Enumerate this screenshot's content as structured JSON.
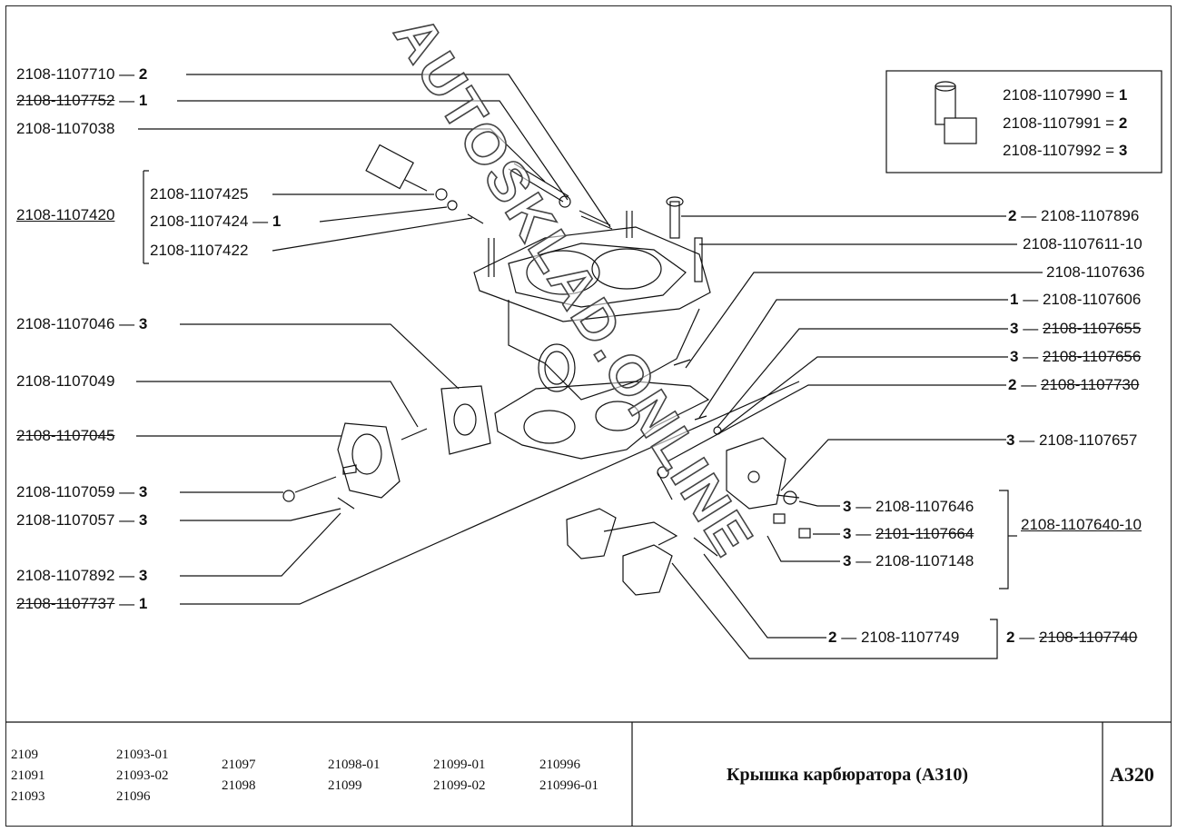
{
  "left_labels": [
    {
      "part": "2108-1107710",
      "dash": "—",
      "qty": "2",
      "strike": false
    },
    {
      "part": "2108-1107752",
      "dash": "—",
      "qty": "1",
      "strike": true
    },
    {
      "part": "2108-1107038",
      "dash": "",
      "qty": "",
      "strike": false
    },
    {
      "part": "2108-1107425",
      "dash": "",
      "qty": "",
      "strike": false
    },
    {
      "part": "2108-1107424",
      "dash": "—",
      "qty": "1",
      "strike": false
    },
    {
      "part": "2108-1107422",
      "dash": "",
      "qty": "",
      "strike": false
    },
    {
      "part": "2108-1107046",
      "dash": "—",
      "qty": "3",
      "strike": false
    },
    {
      "part": "2108-1107049",
      "dash": "",
      "qty": "",
      "strike": false
    },
    {
      "part": "2108-1107045",
      "dash": "",
      "qty": "",
      "strike": true
    },
    {
      "part": "2108-1107059",
      "dash": "—",
      "qty": "3",
      "strike": false
    },
    {
      "part": "2108-1107057",
      "dash": "—",
      "qty": "3",
      "strike": false
    },
    {
      "part": "2108-1107892",
      "dash": "—",
      "qty": "3",
      "strike": false
    },
    {
      "part": "2108-1107737",
      "dash": "—",
      "qty": "1",
      "strike": true
    }
  ],
  "group_label": "2108-1107420",
  "right_labels": [
    {
      "qty": "2",
      "dash": "—",
      "part": "2108-1107896",
      "strike": false
    },
    {
      "qty": "",
      "dash": "",
      "part": "2108-1107611-10",
      "strike": false
    },
    {
      "qty": "",
      "dash": "",
      "part": "2108-1107636",
      "strike": false
    },
    {
      "qty": "1",
      "dash": "—",
      "part": "2108-1107606",
      "strike": false
    },
    {
      "qty": "3",
      "dash": "—",
      "part": "2108-1107655",
      "strike": true
    },
    {
      "qty": "3",
      "dash": "—",
      "part": "2108-1107656",
      "strike": true
    },
    {
      "qty": "2",
      "dash": "—",
      "part": "2108-1107730",
      "strike": true
    },
    {
      "qty": "3",
      "dash": "—",
      "part": "2108-1107657",
      "strike": false
    },
    {
      "qty": "3",
      "dash": "—",
      "part": "2108-1107646",
      "strike": false
    },
    {
      "qty": "3",
      "dash": "—",
      "part": "2101-1107664",
      "strike": true
    },
    {
      "qty": "3",
      "dash": "—",
      "part": "2108-1107148",
      "strike": false
    },
    {
      "qty": "2",
      "dash": "—",
      "part": "2108-1107749",
      "strike": false
    }
  ],
  "right_group_label": "2108-1107640-10",
  "float_label": {
    "qty": "2",
    "dash": "—",
    "part": "2108-1107740"
  },
  "inset": [
    {
      "part": "2108-1107990",
      "eq": "=",
      "qty": "1"
    },
    {
      "part": "2108-1107991",
      "eq": "=",
      "qty": "2"
    },
    {
      "part": "2108-1107992",
      "eq": "=",
      "qty": "3"
    }
  ],
  "models": [
    "2109\n21091\n21093",
    "21093-01\n21093-02\n21096",
    "21097\n21098",
    "21098-01\n21099",
    "21099-01\n21099-02",
    "210996\n210996-01"
  ],
  "title": "Крышка карбюратора (А310)",
  "sheet_code": "А320",
  "watermark": "AUTOSKLAD.ONLINE",
  "colors": {
    "ink": "#111111",
    "watermark_fill": "#ffffff",
    "watermark_stroke": "#444444"
  }
}
